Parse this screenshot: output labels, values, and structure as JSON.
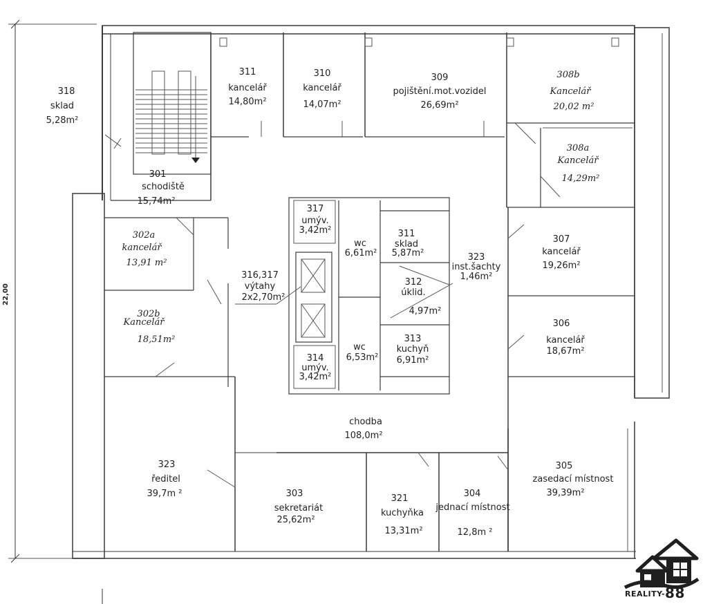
{
  "dimension": "22,00",
  "rooms": [
    {
      "id": "r318",
      "number": "318",
      "name": "sklad",
      "area": "5,28m²"
    },
    {
      "id": "r311a",
      "number": "311",
      "name": "kancelář",
      "area": "14,80m²"
    },
    {
      "id": "r310",
      "number": "310",
      "name": "kancelář",
      "area": "14,07m²"
    },
    {
      "id": "r309",
      "number": "309",
      "name": "pojištění.mot.vozidel",
      "area": "26,69m²"
    },
    {
      "id": "r308b",
      "number": "308b",
      "name": "Kancelář",
      "area": "20,02 m²"
    },
    {
      "id": "r308a",
      "number": "308a",
      "name": "Kancelář",
      "area": "14,29m²"
    },
    {
      "id": "r301",
      "number": "301",
      "name": "schodiště",
      "area": "15,74m²"
    },
    {
      "id": "r317",
      "number": "317",
      "name": "umýv.",
      "area": "3,42m²"
    },
    {
      "id": "rwc1",
      "number": "",
      "name": "wc",
      "area": "6,61m²"
    },
    {
      "id": "r311b",
      "number": "311",
      "name": "sklad",
      "area": "5,87m²"
    },
    {
      "id": "r323a",
      "number": "323",
      "name": "inst.šachty",
      "area": "1,46m²"
    },
    {
      "id": "r307",
      "number": "307",
      "name": "kancelář",
      "area": "19,26m²"
    },
    {
      "id": "r302a",
      "number": "302a",
      "name": "kancelář",
      "area": "13,91 m²"
    },
    {
      "id": "r316",
      "number": "316,317",
      "name": "výtahy",
      "area": "2x2,70m²"
    },
    {
      "id": "r312",
      "number": "312",
      "name": "úklid.",
      "area": "4,97m²"
    },
    {
      "id": "r302b",
      "number": "302b",
      "name": "Kancelář",
      "area": "18,51m²"
    },
    {
      "id": "r306",
      "number": "306",
      "name": "kancelář",
      "area": "18,67m²"
    },
    {
      "id": "rwc2",
      "number": "",
      "name": "wc",
      "area": "6,53m²"
    },
    {
      "id": "r313",
      "number": "313",
      "name": "kuchyň",
      "area": "6,91m²"
    },
    {
      "id": "r314",
      "number": "314",
      "name": "umýv.",
      "area": "3,42m²"
    },
    {
      "id": "rchodba",
      "number": "",
      "name": "chodba",
      "area": "108,0m²"
    },
    {
      "id": "r323b",
      "number": "323",
      "name": "ředitel",
      "area": "39,7m ²"
    },
    {
      "id": "r303",
      "number": "303",
      "name": "sekretariát",
      "area": "25,62m²"
    },
    {
      "id": "r321",
      "number": "321",
      "name": "kuchyňka",
      "area": "13,31m²"
    },
    {
      "id": "r304",
      "number": "304",
      "name": "jednací místnost",
      "area": "12,8m ²"
    },
    {
      "id": "r305",
      "number": "305",
      "name": "zasedací místnost",
      "area": "39,39m²"
    }
  ],
  "logo": {
    "brand": "REALITY-",
    "number": "88"
  }
}
